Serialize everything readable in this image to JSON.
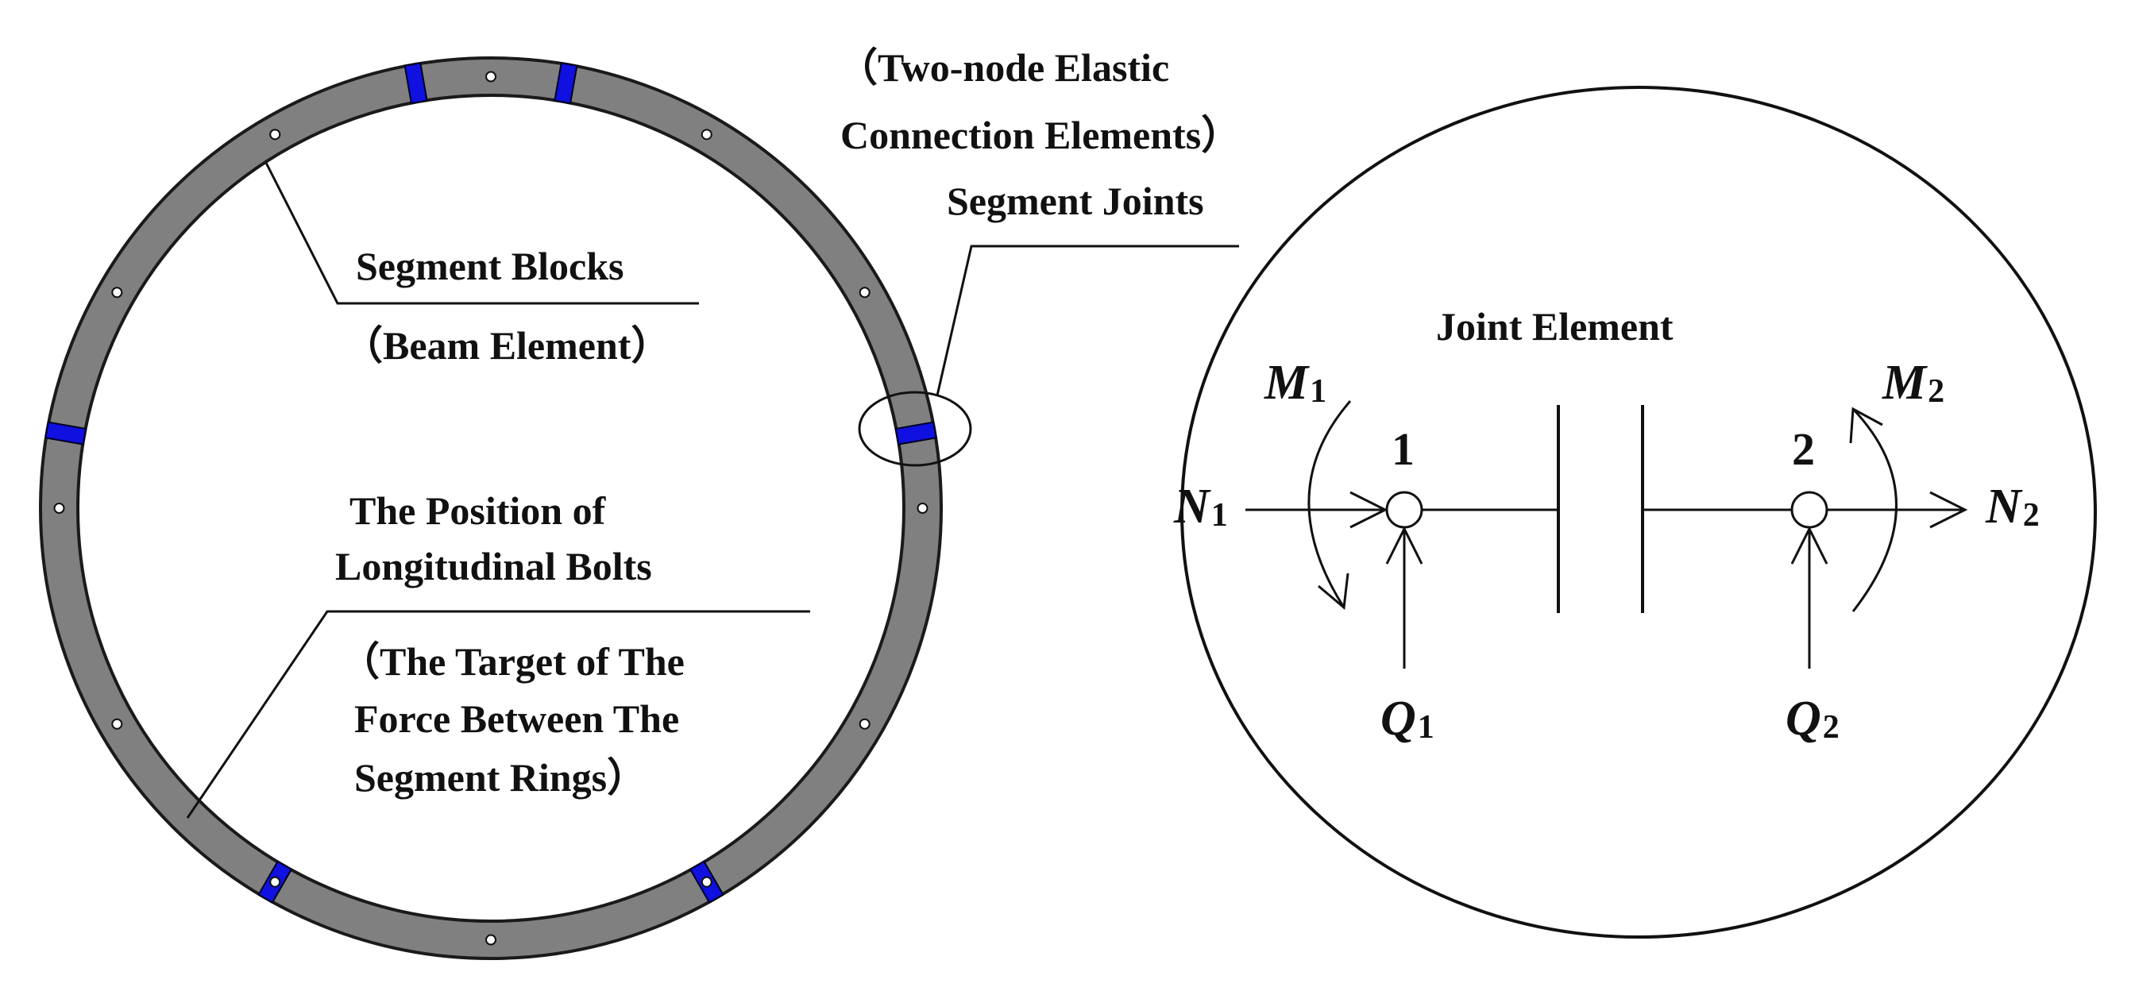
{
  "colors": {
    "ring_fill": "#808080",
    "ring_outline": "#1a1a1a",
    "joint_fill": "#1010e0",
    "line": "#111111",
    "background": "#ffffff"
  },
  "labels": {
    "connection_elements_1": "（Two-node Elastic",
    "connection_elements_2": "Connection Elements）",
    "segment_joints": "Segment Joints",
    "segment_blocks": "Segment Blocks",
    "beam_element": "（Beam Element）",
    "bolt_position_1": "The Position of",
    "bolt_position_2": "Longitudinal Bolts",
    "bolt_target_1": "（The Target of The",
    "bolt_target_2": "Force Between The",
    "bolt_target_3": "Segment Rings）"
  },
  "joint_element": {
    "title": "Joint Element",
    "node1": "1",
    "node2": "2",
    "m1": "M",
    "m1_sub": "1",
    "m2": "M",
    "m2_sub": "2",
    "n1": "N",
    "n1_sub": "1",
    "n2": "N",
    "n2_sub": "2",
    "q1": "Q",
    "q1_sub": "1",
    "q2": "Q",
    "q2_sub": "2"
  },
  "ring": {
    "joint_angles_deg": [
      -100,
      -80,
      -10,
      60,
      120,
      190
    ],
    "bolt_angles_deg": [
      -120,
      -90,
      -60,
      -30,
      0,
      30,
      60,
      90,
      120,
      150,
      180,
      210,
      240
    ]
  }
}
